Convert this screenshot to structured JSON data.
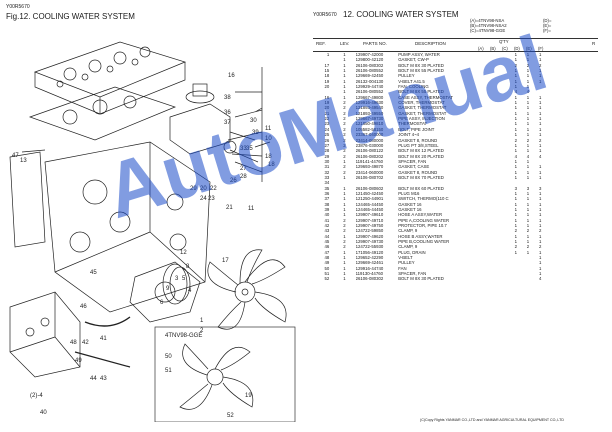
{
  "left": {
    "code": "Y00R5670",
    "title": "Fig.12.  COOLING WATER SYSTEM",
    "callouts": [
      "47",
      "13",
      "16",
      "38",
      "36",
      "37",
      "30",
      "39",
      "33",
      "35",
      "11",
      "10",
      "18",
      "27",
      "28",
      "26",
      "29",
      "20",
      "22",
      "24",
      "23",
      "21",
      "31",
      "32",
      "34",
      "25",
      "12",
      "8",
      "9",
      "6",
      "45",
      "46",
      "43",
      "44",
      "49",
      "48",
      "42",
      "52",
      "41",
      "40",
      "3",
      "5",
      "4",
      "1",
      "2",
      "(2)",
      "50",
      "51",
      "4TNV98-GGE"
    ]
  },
  "right": {
    "code": "Y00R5670",
    "title": "12.  COOLING WATER SYSTEM",
    "legend": [
      "(A)=4TNV98-NSA",
      "(B)=4TNV98-NSA2",
      "(C)=4TNV98-GGE"
    ],
    "legend_right": [
      "(D)=",
      "(E)=",
      "(F)="
    ],
    "qty_label": "Q'TY",
    "qty_cols": [
      "(A)",
      "(B)",
      "(C)",
      "(D)",
      "(E)",
      "(F)"
    ],
    "headers": {
      "ref": "REF.",
      "lev": "LEV.",
      "partno": "PARTS NO.",
      "desc": "DESCRIPTION",
      "r": "R"
    }
  },
  "rows": [
    {
      "ref": "1",
      "lev": "1",
      "pno": "129907-42000",
      "desc": "PUMP ASSY, WATER",
      "qa": "1",
      "qb": "1",
      "qc": "1"
    },
    {
      "ref": "",
      "lev": "1",
      "pno": "129800-42120",
      "desc": "GASKET, CW-P",
      "qa": "1",
      "qb": "1",
      "qc": "1"
    },
    {
      "ref": "17",
      "lev": "1",
      "pno": "26106-080302",
      "desc": "BOLT M 8X 30 PLATED",
      "qa": "2",
      "qb": "2",
      "qc": "2"
    },
    {
      "ref": "15",
      "lev": "1",
      "pno": "26106-080552",
      "desc": "BOLT M 8X 55 PLATED",
      "qa": "1",
      "qb": "1",
      "qc": "1"
    },
    {
      "ref": "18",
      "lev": "1",
      "pno": "129669-42450",
      "desc": "PULLEY",
      "qa": "1",
      "qb": "1",
      "qc": "1"
    },
    {
      "ref": "19",
      "lev": "1",
      "pno": "26132-004130",
      "desc": "V-BELT A41.5",
      "qa": "1",
      "qb": "1",
      "qc": "1"
    },
    {
      "ref": "20",
      "lev": "1",
      "pno": "129929-44740",
      "desc": "FAN, COOLING",
      "qa": "1",
      "qb": "1",
      "qc": ""
    },
    {
      "ref": "",
      "lev": "1",
      "pno": "26106-080552",
      "desc": "BOLT M 8X 55 PLATED",
      "qa": "4",
      "qb": "4",
      "qc": ""
    },
    {
      "ref": "16",
      "lev": "1",
      "pno": "129667-49800",
      "desc": "CASE ASSY, THERMOSTAT",
      "qa": "1",
      "qb": "1",
      "qc": "1"
    },
    {
      "ref": "19",
      "lev": "2",
      "pno": "129916-49630",
      "desc": "COVER, THERMOSTAT",
      "qa": "1",
      "qb": "1",
      "qc": "1"
    },
    {
      "ref": "20",
      "lev": "2",
      "pno": "121893-49540",
      "desc": "GASKET, THERMOSTAT",
      "qa": "1",
      "qb": "1",
      "qc": "1"
    },
    {
      "ref": "21",
      "lev": "2",
      "pno": "121893-49550",
      "desc": "GASKET, THERMOSTAT",
      "qa": "1",
      "qb": "1",
      "qc": "1"
    },
    {
      "ref": "22",
      "lev": "2",
      "pno": "129667-49730",
      "desc": "PIPE ASSY, INJECTION",
      "qa": "1",
      "qb": "1",
      "qc": "1"
    },
    {
      "ref": "23",
      "lev": "2",
      "pno": "121850-49810",
      "desc": "THERMOSTAT",
      "qa": "1",
      "qb": "1",
      "qc": "1"
    },
    {
      "ref": "24",
      "lev": "2",
      "pno": "105582-58150",
      "desc": "BOLT, PIPE JOINT",
      "qa": "1",
      "qb": "1",
      "qc": "1"
    },
    {
      "ref": "25",
      "lev": "2",
      "pno": "23367-040000",
      "desc": "JOINT 4~4",
      "qa": "1",
      "qb": "1",
      "qc": "1"
    },
    {
      "ref": "26",
      "lev": "2",
      "pno": "23414-080000",
      "desc": "GASKET 8, ROUND",
      "qa": "2",
      "qb": "2",
      "qc": "2"
    },
    {
      "ref": "27",
      "lev": "2",
      "pno": "23876-030000",
      "desc": "PLUG PT 3/8,STEEL",
      "qa": "1",
      "qb": "1",
      "qc": "1"
    },
    {
      "ref": "28",
      "lev": "2",
      "pno": "26106-080122",
      "desc": "BOLT M 8X 12 PLATED",
      "qa": "1",
      "qb": "1",
      "qc": "1"
    },
    {
      "ref": "29",
      "lev": "2",
      "pno": "26106-080202",
      "desc": "BOLT M 8X 20 PLATED",
      "qa": "4",
      "qb": "4",
      "qc": "4"
    },
    {
      "ref": "30",
      "lev": "1",
      "pno": "119141-44760",
      "desc": "SPACER, FAN",
      "qa": "1",
      "qb": "1",
      "qc": ""
    },
    {
      "ref": "31",
      "lev": "2",
      "pno": "129693-49870",
      "desc": "GASKET, CASE",
      "qa": "1",
      "qb": "1",
      "qc": "1"
    },
    {
      "ref": "32",
      "lev": "2",
      "pno": "23414-060000",
      "desc": "GASKET 8, ROUND",
      "qa": "1",
      "qb": "1",
      "qc": "1"
    },
    {
      "ref": "33",
      "lev": "1",
      "pno": "26106-080702",
      "desc": "BOLT M 8X 70 PLATED",
      "qa": "1",
      "qb": "1",
      "qc": "1"
    },
    {
      "ref": "34",
      "lev": "",
      "pno": "",
      "desc": "",
      "qa": "",
      "qb": "",
      "qc": ""
    },
    {
      "ref": "35",
      "lev": "1",
      "pno": "26106-080602",
      "desc": "BOLT M 8X 60 PLATED",
      "qa": "3",
      "qb": "3",
      "qc": "3"
    },
    {
      "ref": "36",
      "lev": "1",
      "pno": "121450-42450",
      "desc": "PLUG M16",
      "qa": "1",
      "qb": "1",
      "qc": "1"
    },
    {
      "ref": "37",
      "lev": "1",
      "pno": "121250-44901",
      "desc": "SWITCH, THERMO(110 C",
      "qa": "1",
      "qb": "1",
      "qc": "1"
    },
    {
      "ref": "38",
      "lev": "1",
      "pno": "124465-44450",
      "desc": "GASKET 16",
      "qa": "1",
      "qb": "1",
      "qc": "1"
    },
    {
      "ref": "39",
      "lev": "1",
      "pno": "124465-44450",
      "desc": "GASKET 16",
      "qa": "1",
      "qb": "1",
      "qc": "1"
    },
    {
      "ref": "40",
      "lev": "1",
      "pno": "129907-49610",
      "desc": "HOSE A ASSY,WATER",
      "qa": "1",
      "qb": "1",
      "qc": "1"
    },
    {
      "ref": "41",
      "lev": "2",
      "pno": "129907-49710",
      "desc": "PIPE A,COOLING WATER",
      "qa": "1",
      "qb": "1",
      "qc": "1"
    },
    {
      "ref": "42",
      "lev": "2",
      "pno": "129907-49750",
      "desc": "PROTECTOR, PIPE 10.7",
      "qa": "1",
      "qb": "1",
      "qc": "1"
    },
    {
      "ref": "43",
      "lev": "2",
      "pno": "124722-59850",
      "desc": "CLAMP, 9",
      "qa": "2",
      "qb": "2",
      "qc": "2"
    },
    {
      "ref": "44",
      "lev": "1",
      "pno": "129907-49620",
      "desc": "HOSE B ASSY,WATER",
      "qa": "1",
      "qb": "1",
      "qc": "1"
    },
    {
      "ref": "45",
      "lev": "2",
      "pno": "129907-49730",
      "desc": "PIPE B,COOLING WATER",
      "qa": "1",
      "qb": "1",
      "qc": "1"
    },
    {
      "ref": "46",
      "lev": "2",
      "pno": "124722-55930",
      "desc": "CLAMP, 9",
      "qa": "2",
      "qb": "2",
      "qc": "2"
    },
    {
      "ref": "47",
      "lev": "1",
      "pno": "171056-49120",
      "desc": "PLUG, DRAIN",
      "qa": "1",
      "qb": "1",
      "qc": "1"
    },
    {
      "ref": "48",
      "lev": "1",
      "pno": "129652-42290",
      "desc": "V-BELT",
      "qa": "",
      "qb": "",
      "qc": "1"
    },
    {
      "ref": "49",
      "lev": "1",
      "pno": "129669-42461",
      "desc": "PULLEY",
      "qa": "",
      "qb": "",
      "qc": "1"
    },
    {
      "ref": "50",
      "lev": "1",
      "pno": "129916-44740",
      "desc": "FAN",
      "qa": "",
      "qb": "",
      "qc": "1"
    },
    {
      "ref": "51",
      "lev": "1",
      "pno": "119130-44760",
      "desc": "SPACER, FAN",
      "qa": "",
      "qb": "",
      "qc": "1"
    },
    {
      "ref": "52",
      "lev": "1",
      "pno": "26106-080302",
      "desc": "BOLT M 8X 30 PLATED",
      "qa": "",
      "qb": "",
      "qc": "4"
    }
  ],
  "copyright": "(C)Copy Rights  YANMAR CO.,LTD and YANMAR AGRICULTURAL EQUIPMENT CO.,LTD",
  "watermark": "AutoManual"
}
